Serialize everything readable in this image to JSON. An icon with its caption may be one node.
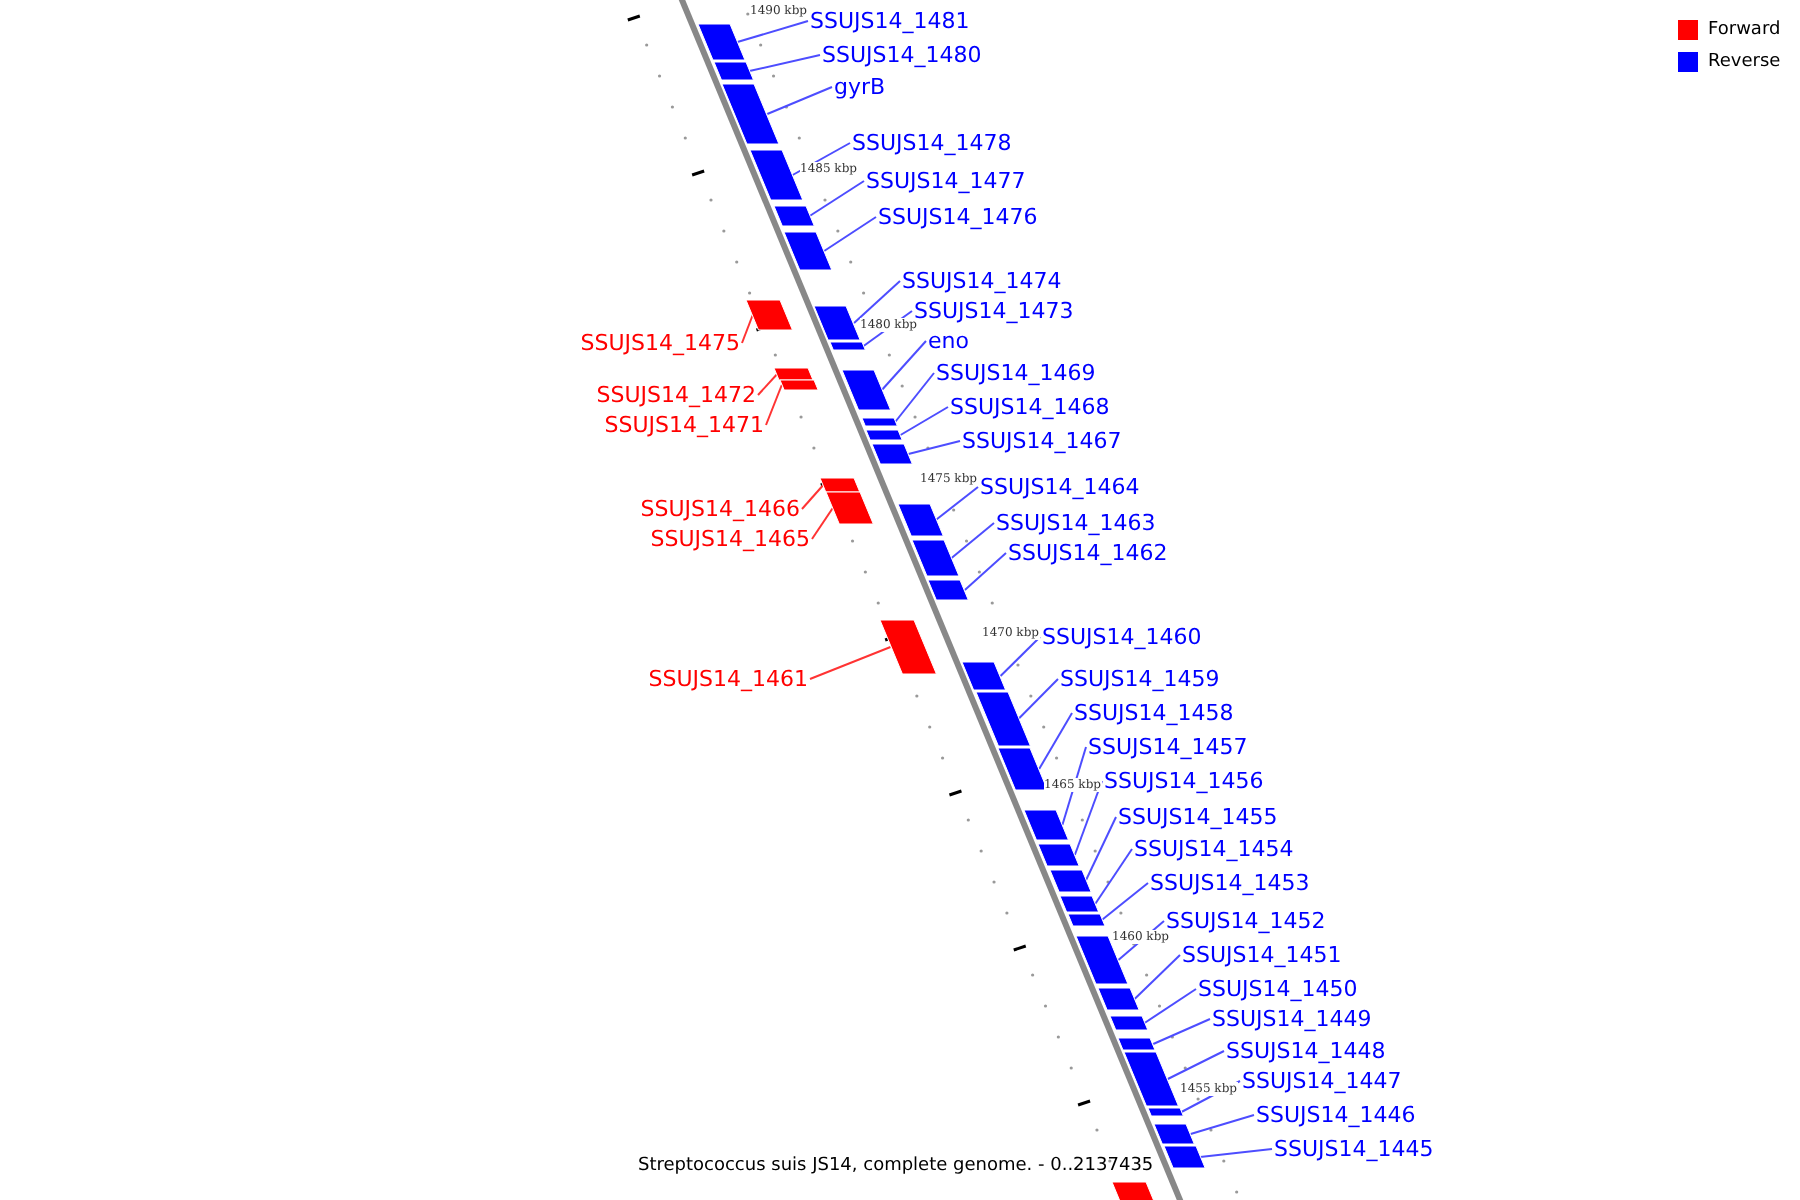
{
  "diagram": {
    "caption": "Streptococcus suis JS14, complete genome. - 0..2137435",
    "nodes": [
      {
        "text": [
          "SSUJS14_1481"
        ]
      },
      {
        "text": [],
        "shape": "bar"
      },
      {
        "text": [
          "SSUJS14_1480"
        ]
      },
      {
        "text": [],
        "shape": "bar"
      },
      {
        "text": [
          "gyrB"
        ]
      },
      {
        "text": [],
        "shape": "bar"
      },
      {
        "text": [
          "SSUJS14_1478"
        ]
      },
      {
        "text": [],
        "shape": "bar"
      },
      {
        "text": [
          "SSUJS14_1477"
        ]
      },
      {
        "text": [],
        "shape": "bar"
      },
      {
        "text": [
          "SSUJS14_1476"
        ]
      },
      {
        "text": [],
        "shape": "bar"
      },
      {
        "text": [
          "SSUJS14_1474"
        ]
      },
      {
        "text": [],
        "shape": "bar"
      },
      {
        "text": [
          "SSUJS14_1473"
        ]
      },
      {
        "text": [],
        "shape": "bar"
      },
      {
        "text": [
          "eno"
        ]
      },
      {
        "text": [],
        "shape": "bar"
      },
      {
        "text": [
          "SSUJS14_1475"
        ]
      },
      {
        "text": [],
        "shape": "bar"
      },
      {
        "text": [
          "SSUJS14_1469"
        ]
      },
      {
        "text": [],
        "shape": "bar"
      },
      {
        "text": [
          "SSUJS14_1472"
        ]
      },
      {
        "text": [],
        "shape": "bar"
      },
      {
        "text": [
          "SSUJS14_1468"
        ]
      },
      {
        "text": [],
        "shape": "bar"
      },
      {
        "text": [
          "SSUJS14_1471"
        ]
      },
      {
        "text": [],
        "shape": "bar"
      },
      {
        "text": [
          "SSUJS14_1467"
        ]
      },
      {
        "text": [],
        "shape": "bar"
      },
      {
        "text": [
          "SSUJS14_1464"
        ]
      },
      {
        "text": [],
        "shape": "bar"
      },
      {
        "text": [
          "SSUJS14_1466"
        ]
      },
      {
        "text": [],
        "shape": "bar"
      },
      {
        "text": [
          "SSUJS14_1463"
        ]
      },
      {
        "text": [],
        "shape": "bar"
      },
      {
        "text": [
          "SSUJS14_1465"
        ]
      },
      {
        "text": [],
        "shape": "bar"
      },
      {
        "text": [
          "SSUJS14_1462"
        ]
      },
      {
        "text": [],
        "shape": "bar"
      },
      {
        "text": [
          "SSUJS14_1460"
        ]
      },
      {
        "text": [],
        "shape": "bar"
      },
      {
        "text": [
          "SSUJS14_1459"
        ]
      },
      {
        "text": [],
        "shape": "bar"
      },
      {
        "text": [
          "SSUJS14_1461"
        ]
      },
      {
        "text": [],
        "shape": "bar"
      },
      {
        "text": [
          "SSUJS14_1458"
        ]
      },
      {
        "text": [],
        "shape": "bar"
      },
      {
        "text": [
          "SSUJS14_1457"
        ]
      },
      {
        "text": [],
        "shape": "bar"
      },
      {
        "text": [
          "SSUJS14_1456"
        ]
      },
      {
        "text": [],
        "shape": "bar"
      },
      {
        "text": [
          "SSUJS14_1455"
        ]
      },
      {
        "text": [],
        "shape": "bar"
      },
      {
        "text": [
          "SSUJS14_1454"
        ]
      },
      {
        "text": [],
        "shape": "bar"
      },
      {
        "text": [
          "SSUJS14_1453"
        ]
      },
      {
        "text": [],
        "shape": "bar"
      },
      {
        "text": [
          "SSUJS14_1452"
        ]
      },
      {
        "text": [],
        "shape": "bar"
      },
      {
        "text": [
          "SSUJS14_1451"
        ]
      },
      {
        "text": [],
        "shape": "bar"
      },
      {
        "text": [
          "SSUJS14_1450"
        ]
      },
      {
        "text": [],
        "shape": "bar"
      },
      {
        "text": [
          "SSUJS14_1449"
        ]
      },
      {
        "text": [],
        "shape": "bar"
      },
      {
        "text": [
          "SSUJS14_1448"
        ]
      },
      {
        "text": [],
        "shape": "bar"
      },
      {
        "text": [
          "SSUJS14_1447"
        ]
      },
      {
        "text": [],
        "shape": "bar"
      },
      {
        "text": [
          "SSUJS14_1446"
        ]
      },
      {
        "text": [],
        "shape": "bar"
      },
      {
        "text": [
          "SSUJS14_1445"
        ]
      },
      {
        "text": [],
        "shape": "bar"
      },
      {
        "text": [],
        "shape": "bar"
      }
    ],
    "edges": [
      {
        "from": 0,
        "to": 1,
        "arrow": "none"
      },
      {
        "from": 2,
        "to": 3,
        "arrow": "none"
      },
      {
        "from": 4,
        "to": 5,
        "arrow": "none"
      },
      {
        "from": 6,
        "to": 7,
        "arrow": "none"
      },
      {
        "from": 8,
        "to": 9,
        "arrow": "none"
      },
      {
        "from": 10,
        "to": 11,
        "arrow": "none"
      },
      {
        "from": 12,
        "to": 13,
        "arrow": "none"
      },
      {
        "from": 14,
        "to": 15,
        "arrow": "none"
      },
      {
        "from": 16,
        "to": 17,
        "arrow": "none"
      },
      {
        "from": 18,
        "to": 19,
        "arrow": "none",
        "color": "#ff3333"
      },
      {
        "from": 20,
        "to": 21,
        "arrow": "none"
      },
      {
        "from": 22,
        "to": 23,
        "arrow": "none",
        "color": "#ff3333"
      },
      {
        "from": 24,
        "to": 25,
        "arrow": "none"
      },
      {
        "from": 26,
        "to": 27,
        "arrow": "none",
        "color": "#ff3333"
      },
      {
        "from": 28,
        "to": 29,
        "arrow": "none"
      },
      {
        "from": 30,
        "to": 31,
        "arrow": "none"
      },
      {
        "from": 32,
        "to": 33,
        "arrow": "none",
        "color": "#ff3333"
      },
      {
        "from": 34,
        "to": 35,
        "arrow": "none"
      },
      {
        "from": 36,
        "to": 37,
        "arrow": "none",
        "color": "#ff3333"
      },
      {
        "from": 38,
        "to": 39,
        "arrow": "none"
      },
      {
        "from": 40,
        "to": 41,
        "arrow": "none"
      },
      {
        "from": 42,
        "to": 43,
        "arrow": "none"
      },
      {
        "from": 44,
        "to": 45,
        "arrow": "none",
        "color": "#ff3333"
      },
      {
        "from": 46,
        "to": 47,
        "arrow": "none"
      },
      {
        "from": 48,
        "to": 49,
        "arrow": "none"
      },
      {
        "from": 50,
        "to": 51,
        "arrow": "none"
      },
      {
        "from": 52,
        "to": 53,
        "arrow": "none"
      },
      {
        "from": 54,
        "to": 55,
        "arrow": "none"
      },
      {
        "from": 56,
        "to": 57,
        "arrow": "none"
      },
      {
        "from": 58,
        "to": 59,
        "arrow": "none"
      },
      {
        "from": 60,
        "to": 61,
        "arrow": "none"
      },
      {
        "from": 62,
        "to": 63,
        "arrow": "none"
      },
      {
        "from": 64,
        "to": 65,
        "arrow": "none"
      },
      {
        "from": 66,
        "to": 67,
        "arrow": "none"
      },
      {
        "from": 68,
        "to": 69,
        "arrow": "none"
      },
      {
        "from": 70,
        "to": 71,
        "arrow": "none"
      },
      {
        "from": 72,
        "to": 73,
        "arrow": "none"
      }
    ],
    "labels": [
      "1490 kbp",
      "1485 kbp",
      "1480 kbp",
      "1475 kbp",
      "1470 kbp",
      "1465 kbp",
      "1460 kbp",
      "1455 kbp"
    ],
    "legend": [
      {
        "text": "Forward",
        "color": "#ff0000"
      },
      {
        "text": "Reverse",
        "color": "#0000ff"
      }
    ]
  }
}
